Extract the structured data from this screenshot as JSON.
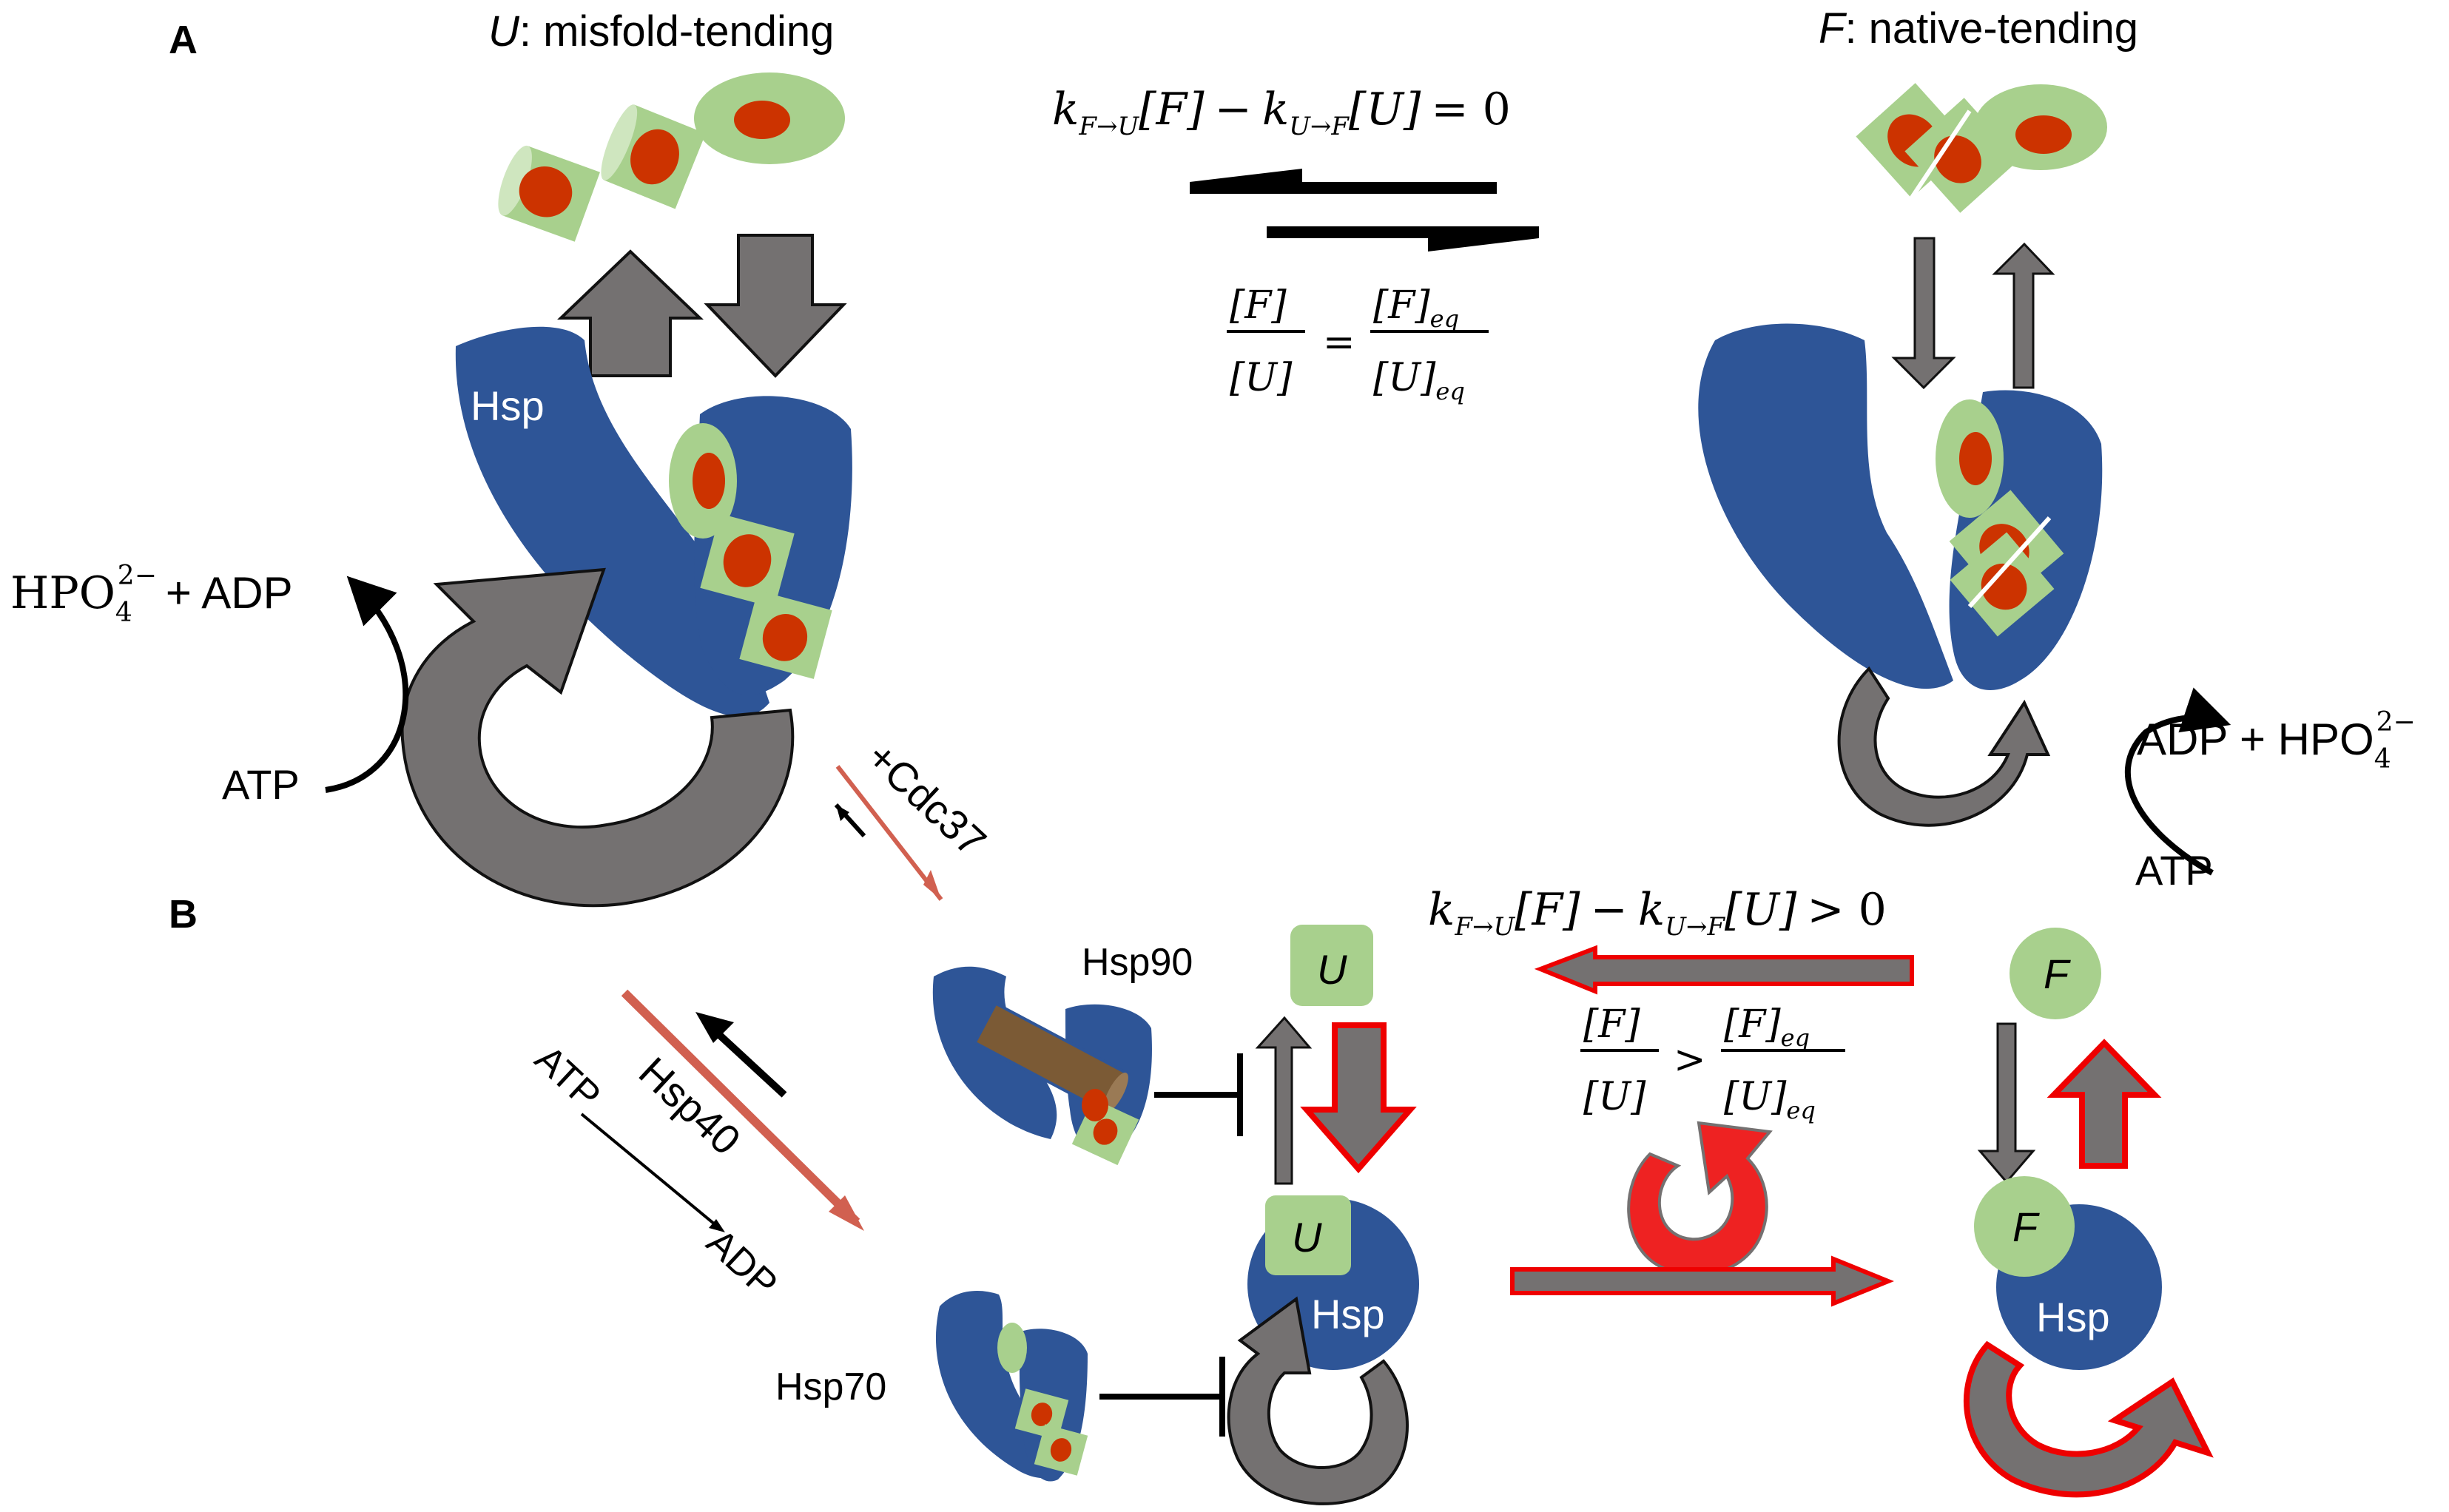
{
  "panels": {
    "a": {
      "label": "A",
      "u_title_italic": "U",
      "u_title_rest": ": misfold-tending",
      "f_title_italic": "F",
      "f_title_rest": ": native-tending",
      "hsp_label": "Hsp",
      "equation_top": {
        "k1": "k",
        "k1_sub": "F→U",
        "f_term": "[F]",
        "minus": "−",
        "k2": "k",
        "k2_sub": "U→F",
        "u_term": "[U]",
        "rel": "= 0"
      },
      "ratio": {
        "num_left": "[F]",
        "den_left": "[U]",
        "equals": "=",
        "num_right": "[F]",
        "num_right_sub": "eq",
        "den_right": "[U]",
        "den_right_sub": "eq"
      },
      "left_products": {
        "base": "HPO",
        "sub": "4",
        "sup": "2−",
        "rest": "+ ADP"
      },
      "left_atp": "ATP",
      "right_products": {
        "lead": "ADP + HPO",
        "sub": "4",
        "sup": "2−"
      },
      "right_atp": "ATP",
      "cdc37_label": "+Cdc37"
    },
    "b": {
      "label": "B",
      "hsp90_label": "Hsp90",
      "hsp70_label": "Hsp70",
      "hsp40_label": "Hsp40",
      "atp_label": "ATP",
      "adp_label": "ADP",
      "u_box": "U",
      "u_bound": "U",
      "hsp_bound_left": "Hsp",
      "f_circle": "F",
      "f_bound": "F",
      "hsp_bound_right": "Hsp",
      "equation_top": {
        "k1": "k",
        "k1_sub": "F→U",
        "f_term": "[F]",
        "minus": "−",
        "k2": "k",
        "k2_sub": "U→F",
        "u_term": "[U]",
        "rel": "> 0"
      },
      "ratio": {
        "num_left": "[F]",
        "den_left": "[U]",
        "rel": ">",
        "num_right": "[F]",
        "num_right_sub": "eq",
        "den_right": "[U]",
        "den_right_sub": "eq"
      }
    }
  },
  "colors": {
    "hsp_blue": "#2e5597",
    "substrate_green": "#a8d08d",
    "core_red": "#cc3300",
    "arrow_gray": "#747171",
    "highlight_red": "#ee0000",
    "cdc37_red": "#d16050",
    "text_black": "#000000",
    "cofactor_brown": "#7b5a35"
  }
}
